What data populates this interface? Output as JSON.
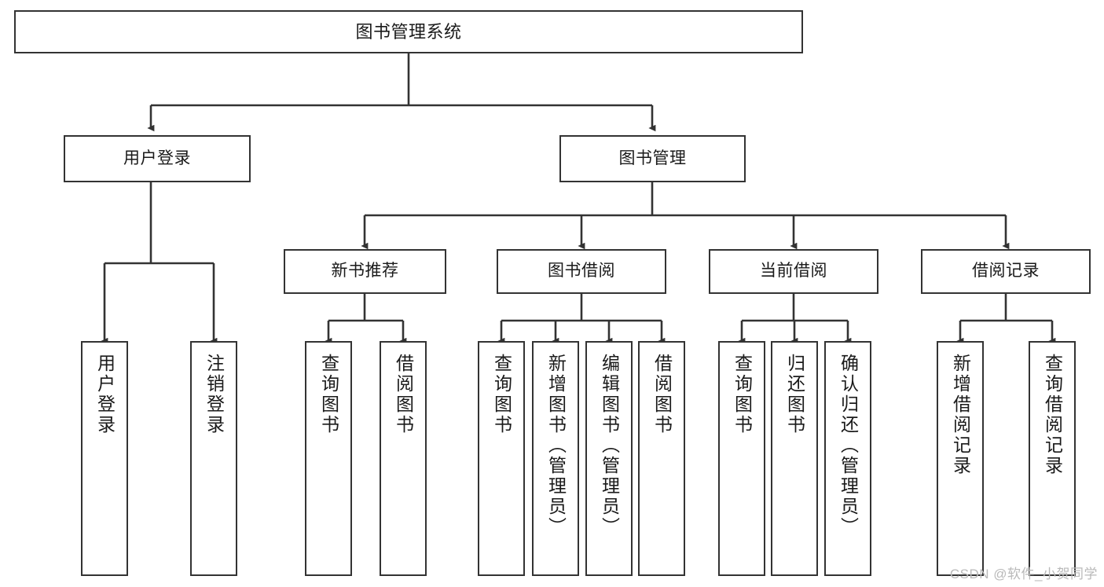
{
  "diagram": {
    "title": "图书管理系统",
    "type": "tree-hierarchy-chart",
    "theme": {
      "background": "#ffffff",
      "box_border": "#333333",
      "box_fill": "#ffffff",
      "text": "#1a1a1a",
      "connector": "#333333",
      "watermark_text": "#b9b9b9"
    },
    "root": {
      "id": "root",
      "label": "图书管理系统"
    },
    "level2": [
      {
        "id": "user-login",
        "label": "用户登录"
      },
      {
        "id": "book-management",
        "label": "图书管理"
      }
    ],
    "level3": [
      {
        "id": "new-book-recommend",
        "label": "新书推荐"
      },
      {
        "id": "book-borrow",
        "label": "图书借阅"
      },
      {
        "id": "current-borrow",
        "label": "当前借阅"
      },
      {
        "id": "borrow-record",
        "label": "借阅记录"
      }
    ],
    "leaves": {
      "user_login": [
        {
          "id": "leaf-user-login",
          "label": "用户登录"
        },
        {
          "id": "leaf-logout-login",
          "label": "注销登录"
        }
      ],
      "new_book_recommend": [
        {
          "id": "leaf-query-book-1",
          "label": "查询图书"
        },
        {
          "id": "leaf-borrow-book-1",
          "label": "借阅图书"
        }
      ],
      "book_borrow": [
        {
          "id": "leaf-query-book-2",
          "label": "查询图书"
        },
        {
          "id": "leaf-add-book",
          "label": "新增图书（管理员）"
        },
        {
          "id": "leaf-edit-book",
          "label": "编辑图书（管理员）"
        },
        {
          "id": "leaf-borrow-book-2",
          "label": "借阅图书"
        }
      ],
      "current_borrow": [
        {
          "id": "leaf-query-book-3",
          "label": "查询图书"
        },
        {
          "id": "leaf-return-book",
          "label": "归还图书"
        },
        {
          "id": "leaf-confirm-return",
          "label": "确认归还（管理员）"
        }
      ],
      "borrow_record": [
        {
          "id": "leaf-add-record",
          "label": "新增借阅记录"
        },
        {
          "id": "leaf-query-record",
          "label": "查询借阅记录"
        }
      ]
    },
    "watermark": "CSDN @软件_小贺同学"
  }
}
